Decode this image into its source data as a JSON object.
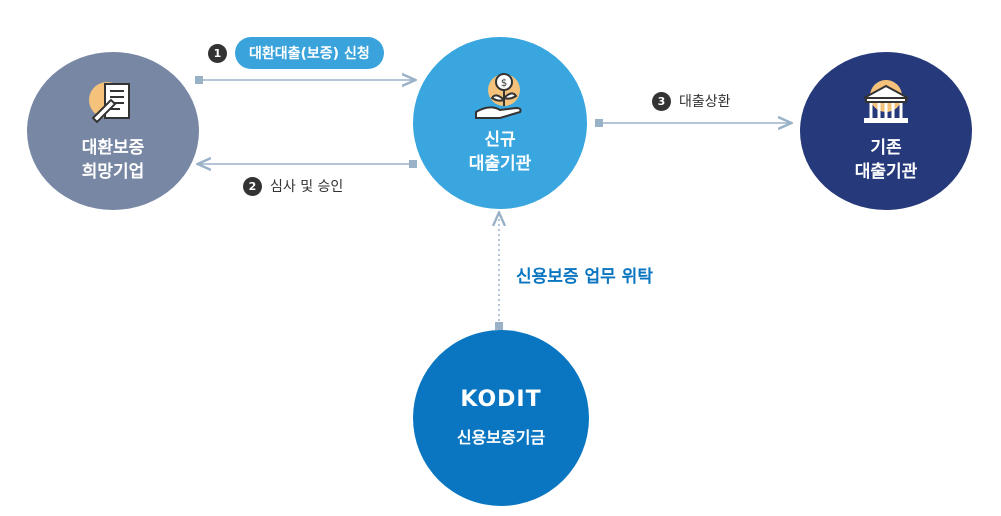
{
  "nodes": {
    "applicant": {
      "line1": "대환보증",
      "line2": "희망기업"
    },
    "new_lender": {
      "line1": "신규",
      "line2": "대출기관"
    },
    "old_lender": {
      "line1": "기존",
      "line2": "대출기관"
    },
    "kodit": {
      "logo": "KODIT",
      "name": "신용보증기금"
    }
  },
  "steps": [
    {
      "num": "1",
      "label": "대환대출(보증) 신청"
    },
    {
      "num": "2",
      "label": "심사 및 승인"
    },
    {
      "num": "3",
      "label": "대출상환"
    }
  ],
  "delegation_label": "신용보증 업무 위탁",
  "colors": {
    "applicant": "#7887a4",
    "new_lender": "#39a6df",
    "old_lender": "#26397a",
    "kodit": "#0a76c1",
    "arrow": "#9ab2c8"
  }
}
